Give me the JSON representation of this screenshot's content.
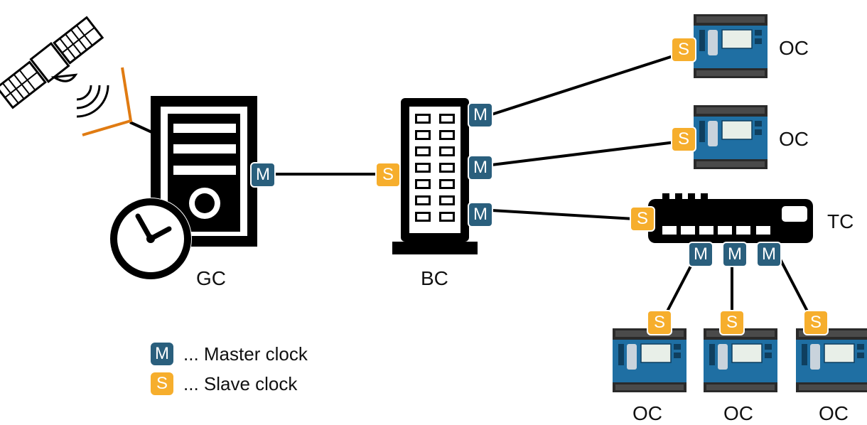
{
  "colors": {
    "master": "#2a5f7d",
    "slave": "#f6ae2d",
    "antenna": "#e07b12",
    "device": "#111111",
    "meter_blue": "#1f6fa3"
  },
  "labels": {
    "gc": "GC",
    "bc": "BC",
    "tc": "TC",
    "oc": "OC"
  },
  "badges": {
    "master": "M",
    "slave": "S"
  },
  "legend": {
    "master_text": "... Master clock",
    "slave_text": "... Slave clock"
  },
  "icons": {
    "satellite": "satellite-icon",
    "antenna": "antenna-icon",
    "server": "server-icon",
    "clock": "clock-icon",
    "switch": "switch-icon",
    "router": "router-icon",
    "meter": "energy-meter-icon"
  }
}
